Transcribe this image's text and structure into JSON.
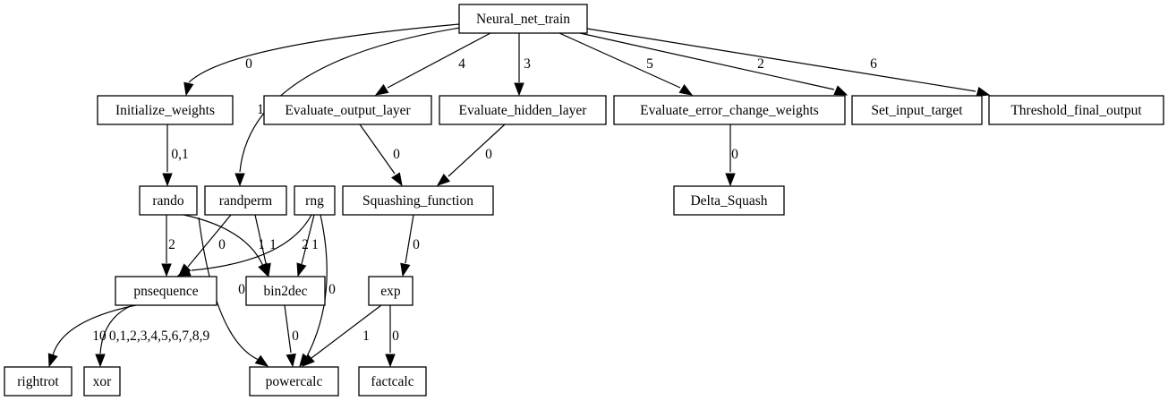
{
  "graph": {
    "nodes": [
      {
        "id": "neural_net_train",
        "label": "Neural_net_train"
      },
      {
        "id": "initialize_weights",
        "label": "Initialize_weights"
      },
      {
        "id": "evaluate_output_layer",
        "label": "Evaluate_output_layer"
      },
      {
        "id": "evaluate_hidden_layer",
        "label": "Evaluate_hidden_layer"
      },
      {
        "id": "evaluate_error_change_weights",
        "label": "Evaluate_error_change_weights"
      },
      {
        "id": "set_input_target",
        "label": "Set_input_target"
      },
      {
        "id": "threshold_final_output",
        "label": "Threshold_final_output"
      },
      {
        "id": "rando",
        "label": "rando"
      },
      {
        "id": "randperm",
        "label": "randperm"
      },
      {
        "id": "rng",
        "label": "rng"
      },
      {
        "id": "squashing_function",
        "label": "Squashing_function"
      },
      {
        "id": "delta_squash",
        "label": "Delta_Squash"
      },
      {
        "id": "pnsequence",
        "label": "pnsequence"
      },
      {
        "id": "bin2dec",
        "label": "bin2dec"
      },
      {
        "id": "exp",
        "label": "exp"
      },
      {
        "id": "rightrot",
        "label": "rightrot"
      },
      {
        "id": "xor",
        "label": "xor"
      },
      {
        "id": "powercalc",
        "label": "powercalc"
      },
      {
        "id": "factcalc",
        "label": "factcalc"
      }
    ],
    "edges": [
      {
        "from": "neural_net_train",
        "to": "initialize_weights",
        "label": "0"
      },
      {
        "from": "neural_net_train",
        "to": "randperm",
        "label": "1"
      },
      {
        "from": "neural_net_train",
        "to": "evaluate_output_layer",
        "label": "4"
      },
      {
        "from": "neural_net_train",
        "to": "evaluate_hidden_layer",
        "label": "3"
      },
      {
        "from": "neural_net_train",
        "to": "evaluate_error_change_weights",
        "label": "5"
      },
      {
        "from": "neural_net_train",
        "to": "set_input_target",
        "label": "2"
      },
      {
        "from": "neural_net_train",
        "to": "threshold_final_output",
        "label": "6"
      },
      {
        "from": "initialize_weights",
        "to": "rando",
        "label": "0,1"
      },
      {
        "from": "evaluate_output_layer",
        "to": "squashing_function",
        "label": "0"
      },
      {
        "from": "evaluate_hidden_layer",
        "to": "squashing_function",
        "label": "0"
      },
      {
        "from": "evaluate_error_change_weights",
        "to": "delta_squash",
        "label": "0"
      },
      {
        "from": "squashing_function",
        "to": "exp",
        "label": "0"
      },
      {
        "from": "rando",
        "to": "pnsequence",
        "label": "2"
      },
      {
        "from": "rando",
        "to": "bin2dec",
        "label": "1"
      },
      {
        "from": "rando",
        "to": "powercalc",
        "label": "0"
      },
      {
        "from": "randperm",
        "to": "pnsequence",
        "label": "0"
      },
      {
        "from": "randperm",
        "to": "bin2dec",
        "label": "1"
      },
      {
        "from": "rng",
        "to": "pnsequence",
        "label": "2"
      },
      {
        "from": "rng",
        "to": "bin2dec",
        "label": "1"
      },
      {
        "from": "rng",
        "to": "powercalc",
        "label": "0"
      },
      {
        "from": "pnsequence",
        "to": "rightrot",
        "label": "10"
      },
      {
        "from": "pnsequence",
        "to": "xor",
        "label": "0,1,2,3,4,5,6,7,8,9"
      },
      {
        "from": "bin2dec",
        "to": "powercalc",
        "label": "0"
      },
      {
        "from": "exp",
        "to": "powercalc",
        "label": "1"
      },
      {
        "from": "exp",
        "to": "factcalc",
        "label": "0"
      }
    ]
  }
}
